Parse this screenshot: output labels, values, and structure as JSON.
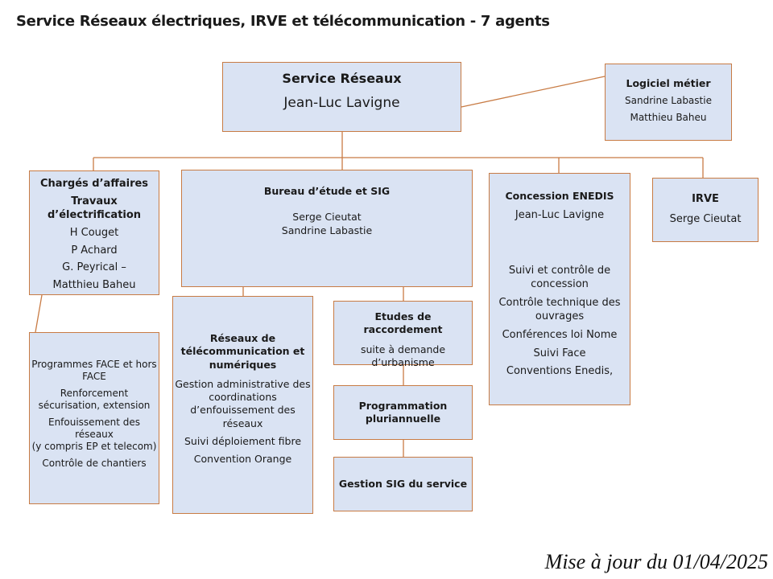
{
  "title": "Service Réseaux électriques, IRVE et télécommunication - 7 agents",
  "colors": {
    "box_fill": "#dae3f3",
    "box_border": "#c87b44",
    "connector": "#c87b44"
  },
  "boxes": {
    "service": {
      "title": "Service Réseaux",
      "lines": [
        "Jean-Luc Lavigne"
      ]
    },
    "logiciel": {
      "title": "Logiciel métier",
      "lines": [
        "Sandrine Labastie",
        "Matthieu Baheu"
      ]
    },
    "charges": {
      "title": "Chargés d’affaires",
      "lines": [
        "Travaux d’électrification",
        "H Couget",
        "P Achard",
        "G. Peyrical –",
        "Matthieu Baheu"
      ]
    },
    "programmes": {
      "lines": [
        "Programmes FACE et hors FACE",
        "Renforcement sécurisation, extension",
        "Enfouissement des réseaux",
        "(y compris EP et telecom)",
        "Contrôle de chantiers"
      ]
    },
    "bureau": {
      "title": "Bureau d’étude et SIG",
      "lines": [
        "Serge Cieutat",
        "Sandrine Labastie"
      ]
    },
    "reseaux": {
      "title": "Réseaux de télécommunication et numériques",
      "lines": [
        "Gestion administrative des coordinations d’enfouissement des réseaux",
        "Suivi déploiement fibre",
        "Convention Orange"
      ]
    },
    "etudes": {
      "title": "Etudes de raccordement",
      "lines": [
        "suite à demande d’urbanisme"
      ]
    },
    "progpluri": {
      "title": "Programmation pluriannuelle"
    },
    "gestion": {
      "title": "Gestion SIG du service"
    },
    "concession": {
      "title": "Concession ENEDIS",
      "lines": [
        "Jean-Luc Lavigne",
        "Suivi et contrôle de concession",
        "Contrôle technique des ouvrages",
        "Conférences loi Nome",
        "Suivi Face",
        "Conventions Enedis,"
      ]
    },
    "irve": {
      "title": "IRVE",
      "lines": [
        "Serge Cieutat"
      ]
    }
  },
  "footer": {
    "update": "Mise à jour du 01/04/2025"
  }
}
